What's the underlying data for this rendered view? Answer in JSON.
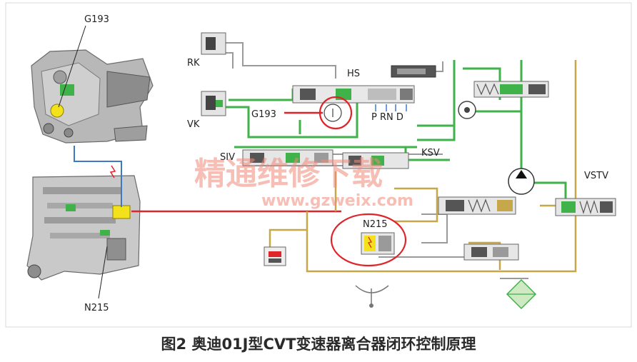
{
  "labels": {
    "g193_left": "G193",
    "rk": "RK",
    "vk": "VK",
    "hs": "HS",
    "g193_mid": "G193",
    "selector": "P RN D",
    "siv": "SIV",
    "ksv": "KSV",
    "vstv": "VSTV",
    "n215_mid": "N215",
    "n215_left": "N215"
  },
  "watermark": {
    "cn": "精通维修下载",
    "url": "www.gzweix.com"
  },
  "caption": "图2 奥迪01J型CVT变速器离合器闭环控制原理",
  "colors": {
    "green": "#3fb24a",
    "olive": "#c6a84a",
    "red": "#e0252a",
    "blue": "#3d79c7",
    "grey": "#9a9a9a"
  }
}
